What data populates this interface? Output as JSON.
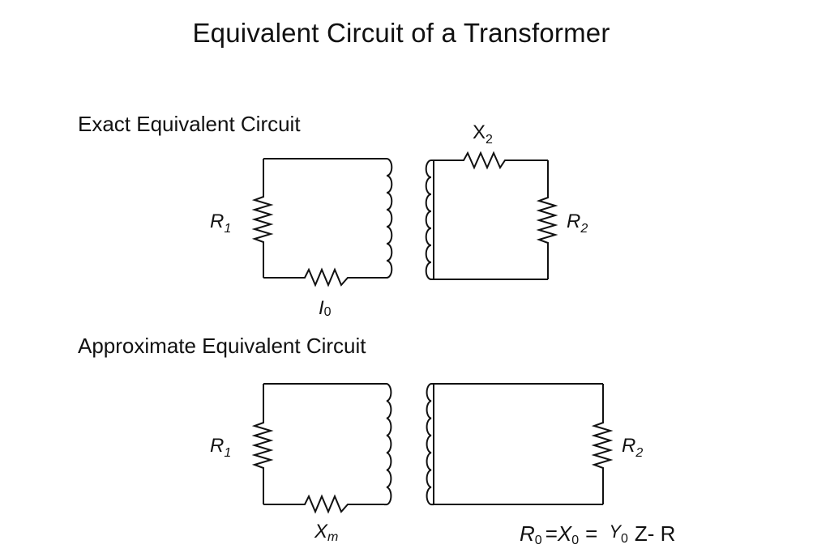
{
  "title": "Equivalent Circuit of a Transformer",
  "exact": {
    "heading": "Exact Equivalent Circuit",
    "labels": {
      "r1": {
        "main": "R",
        "sub": "1"
      },
      "x2": {
        "main": "X",
        "sub": "2"
      },
      "r2": {
        "main": "R",
        "sub": "2"
      },
      "i0": {
        "main": "I",
        "sub": "0"
      }
    }
  },
  "approx": {
    "heading": "Approximate Equivalent Circuit",
    "labels": {
      "r1": {
        "main": "R",
        "sub": "1"
      },
      "r2": {
        "main": "R",
        "sub": "2"
      },
      "xm": {
        "main": "X",
        "sub": "m"
      }
    },
    "formula": {
      "r": "R",
      "r_sub": "0",
      "eq1": "=",
      "x": "X",
      "x_sub": "0",
      "eq2": "=",
      "y": "Y",
      "y_sub": "0",
      "rest": "Z- R"
    }
  },
  "colors": {
    "line": "#111111",
    "background": "#ffffff"
  }
}
